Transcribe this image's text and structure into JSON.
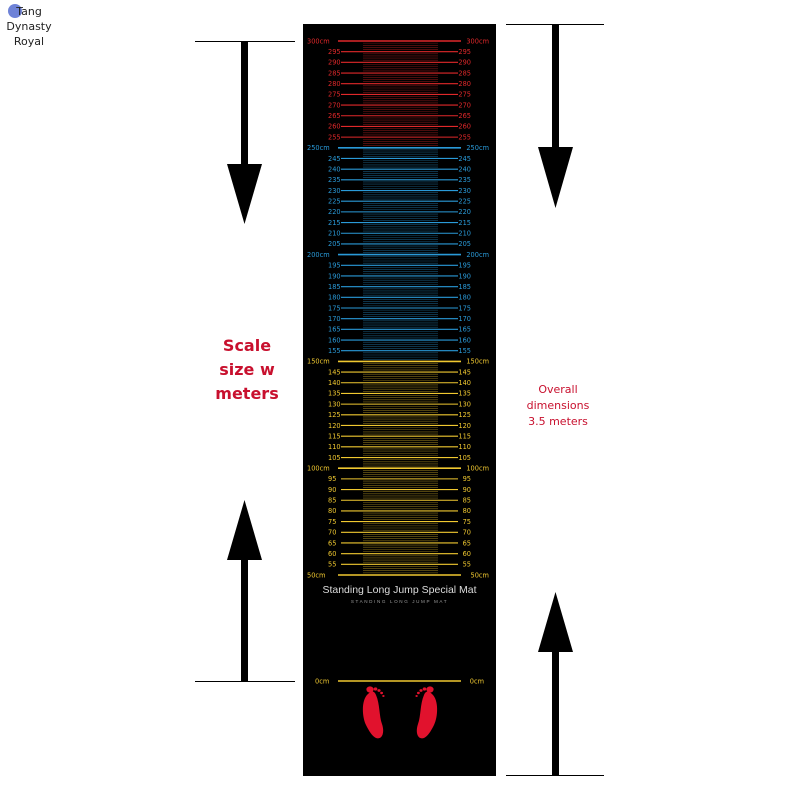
{
  "brand": {
    "text_line1": "Tang Dynasty",
    "text_line2": "Royal",
    "icon": "logo-icon"
  },
  "labels": {
    "scale": "Scale\nsize w\nmeters",
    "overall": "Overall\ndimensions\n3.5 meters"
  },
  "mat": {
    "title": "Standing Long Jump Special Mat",
    "subtitle": "STANDING LONG JUMP MAT",
    "background": "#000000",
    "zero_label": "0cm",
    "footprint_icon": "footprint-icon",
    "footprint_color": "#e1122d",
    "scale_ranges": [
      {
        "from": 50,
        "to": 150,
        "color": "#f0c830"
      },
      {
        "from": 150,
        "to": 250,
        "color": "#2a9ad8"
      },
      {
        "from": 250,
        "to": 300,
        "color": "#e0282a"
      }
    ],
    "scale_step": 5,
    "major_suffix": "cm"
  },
  "colors": {
    "label_red": "#c8102e",
    "arrow": "#000000"
  }
}
